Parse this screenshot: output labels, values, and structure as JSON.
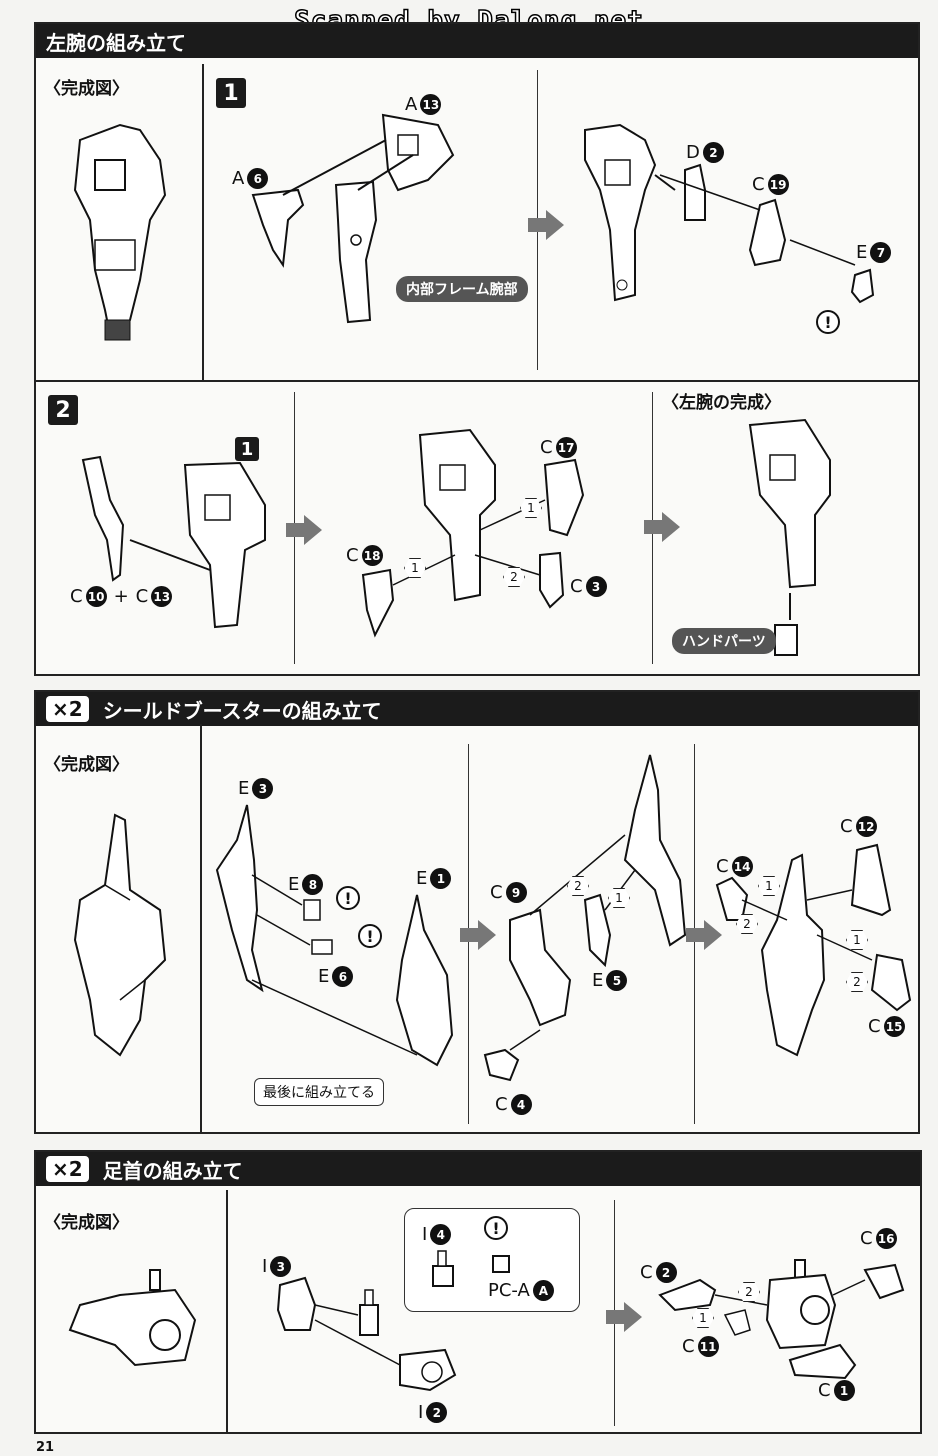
{
  "scanner_watermark": "Scanned by Dalong.net",
  "page_number": "21",
  "sections": {
    "left_arm": {
      "title": "左腕の組み立て",
      "complete_label": "〈完成図〉",
      "step1": "1",
      "step2": "2",
      "parts": {
        "a6_letter": "A",
        "a6_num": "6",
        "a13_letter": "A",
        "a13_num": "13",
        "d2_letter": "D",
        "d2_num": "2",
        "c19_letter": "C",
        "c19_num": "19",
        "e7_letter": "E",
        "e7_num": "7",
        "c10_letter": "C",
        "c10_num": "10",
        "plus": "+",
        "c13_letter": "C",
        "c13_num": "13",
        "c17_letter": "C",
        "c17_num": "17",
        "c18_letter": "C",
        "c18_num": "18",
        "c3_letter": "C",
        "c3_num": "3"
      },
      "inner_frame_label": "内部フレーム腕部",
      "step_ref": "1",
      "order1": "1",
      "order1b": "1",
      "order2": "2",
      "done_label": "〈左腕の完成〉",
      "hand_parts_label": "ハンドパーツ",
      "warn_symbol": "!"
    },
    "shield_booster": {
      "multiplier": "×2",
      "title": "シールドブースターの組み立て",
      "complete_label": "〈完成図〉",
      "parts": {
        "e3_letter": "E",
        "e3_num": "3",
        "e8_letter": "E",
        "e8_num": "8",
        "e6_letter": "E",
        "e6_num": "6",
        "e1_letter": "E",
        "e1_num": "1",
        "c9_letter": "C",
        "c9_num": "9",
        "e5_letter": "E",
        "e5_num": "5",
        "c4_letter": "C",
        "c4_num": "4",
        "c14_letter": "C",
        "c14_num": "14",
        "c12_letter": "C",
        "c12_num": "12",
        "c15_letter": "C",
        "c15_num": "15"
      },
      "assemble_last_label": "最後に組み立てる",
      "order_a": "2",
      "order_b": "1",
      "order_c": "1",
      "order_d": "2",
      "order_e": "1",
      "order_f": "2",
      "warn_symbol": "!"
    },
    "ankle": {
      "multiplier": "×2",
      "title": "足首の組み立て",
      "complete_label": "〈完成図〉",
      "parts": {
        "i3_letter": "I",
        "i3_num": "3",
        "i4_letter": "I",
        "i4_num": "4",
        "pca_letter": "PC-A",
        "pca_num": "A",
        "i2_letter": "I",
        "i2_num": "2",
        "c2_letter": "C",
        "c2_num": "2",
        "c11_letter": "C",
        "c11_num": "11",
        "c16_letter": "C",
        "c16_num": "16",
        "c1_letter": "C",
        "c1_num": "1"
      },
      "order_a": "2",
      "order_b": "1",
      "warn_symbol": "!"
    }
  }
}
